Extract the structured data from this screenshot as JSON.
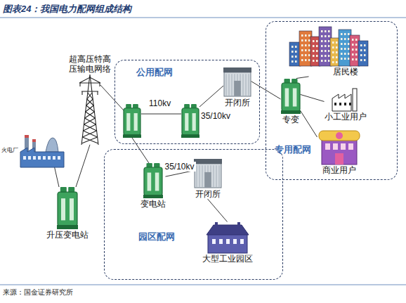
{
  "diagram": {
    "title": "图表24：我国电力配网组成结构",
    "caption": "来源：国金证券研究所",
    "nodes": [
      {
        "text": [
          "公用配网"
        ]
      },
      {
        "text": [
          "开闭所"
        ],
        "in": 0
      },
      {
        "text": [
          "专用配网"
        ]
      },
      {
        "text": [
          "居民楼"
        ],
        "in": 2
      },
      {
        "text": [
          "专变"
        ],
        "in": 2
      },
      {
        "text": [
          "小工业用户"
        ],
        "in": 2
      },
      {
        "text": [
          "商业用户"
        ],
        "in": 2
      },
      {
        "text": [
          "超高压特高压输电网络"
        ]
      },
      {
        "text": [
          "火电厂"
        ]
      },
      {
        "text": [
          "园区配网"
        ]
      },
      {
        "text": [
          "变电站"
        ],
        "in": 9
      },
      {
        "text": [
          "开闭所"
        ],
        "in": 9
      },
      {
        "text": [
          "大型工业园区"
        ],
        "in": 9
      },
      {
        "text": [
          "升压变电站"
        ]
      }
    ],
    "edges": [
      {
        "from": 8,
        "to": 13,
        "arrow": "none"
      },
      {
        "from": 13,
        "to": 7,
        "arrow": "none"
      },
      {
        "from": 1,
        "to": 4,
        "arrow": "none"
      },
      {
        "from": 4,
        "to": 3,
        "arrow": "none"
      },
      {
        "from": 4,
        "to": 5,
        "arrow": "none"
      },
      {
        "from": 4,
        "to": 6,
        "arrow": "none"
      },
      {
        "from": 10,
        "to": 11,
        "label": "35/10kv",
        "arrow": "none"
      },
      {
        "from": 11,
        "to": 12,
        "arrow": "none"
      }
    ],
    "labels": [
      "110kv",
      "35/10kv"
    ]
  }
}
